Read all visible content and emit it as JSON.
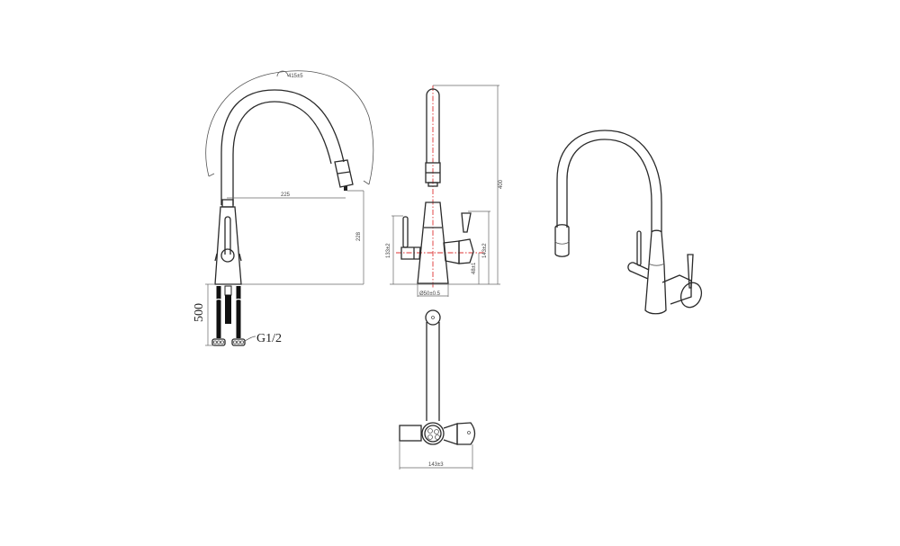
{
  "drawing": {
    "type": "technical-drawing",
    "subject": "kitchen faucet with pull-out spout and filter lever",
    "views": [
      {
        "name": "side-view",
        "labels": {
          "arc": "415±5",
          "reach": "225",
          "spout_height": "228",
          "hose_length": "500",
          "thread": "G1/2"
        }
      },
      {
        "name": "front-view",
        "labels": {
          "total_height": "400",
          "left_lever": "133±2",
          "right_lever": "143±2",
          "outlet": "48±1",
          "base_diameter": "Ø50±0.5"
        }
      },
      {
        "name": "top-view",
        "labels": {
          "width": "143±3"
        }
      },
      {
        "name": "isometric-view",
        "labels": {}
      }
    ]
  },
  "labels": {
    "arc": "415±5",
    "reach": "225",
    "spout_height": "228",
    "hose_length": "500",
    "thread": "G1/2",
    "total_height": "400",
    "left_lever": "133±2",
    "right_lever": "143±2",
    "outlet": "48±1",
    "base_diameter": "Ø50±0.5",
    "top_width": "143±3"
  },
  "colors": {
    "line": "#2a2a2a",
    "centerline": "#dd3333",
    "background": "#ffffff"
  }
}
